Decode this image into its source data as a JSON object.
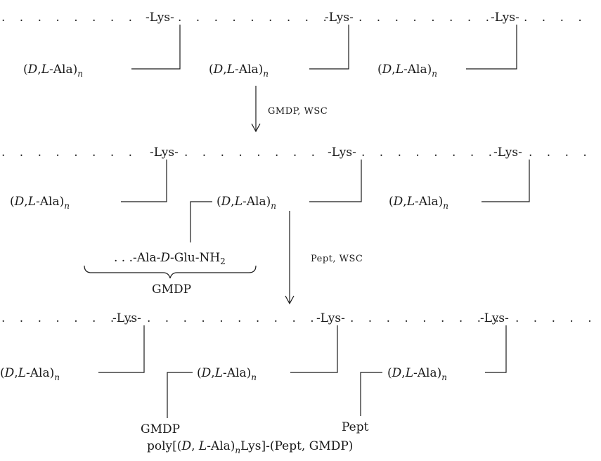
{
  "lys_label": "-Lys-",
  "ala_prefix": "(",
  "ala_d": "D",
  "ala_sep": ",",
  "ala_l": "L",
  "ala_suffix": "-Ala)",
  "ala_sub": "n",
  "step1_reagents": "GMDP, WSC",
  "step2_reagents": "Pept, WSC",
  "gmdp_chain": {
    "lead": ". . .-Ala-",
    "d": "D",
    "mid": "-Glu-NH",
    "sub": "2"
  },
  "gmdp_label": "GMDP",
  "pept_label": "Pept",
  "final_title": "poly[(D, L-Ala)nLys]-(Pept, GMDP)",
  "final_parts": {
    "a": "poly[(",
    "d": "D",
    "b": ", ",
    "l": "L",
    "c": "-Ala)",
    "n": "n",
    "e": "Lys]-(Pept, GMDP)"
  }
}
